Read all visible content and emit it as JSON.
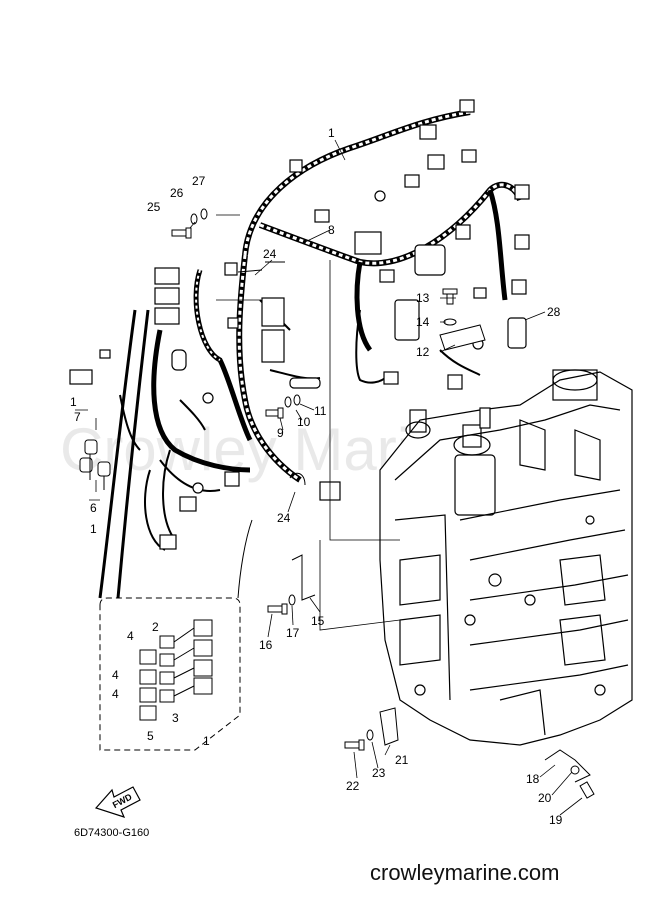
{
  "diagram_code": "6D74300-G160",
  "website": "crowleymarine.com",
  "watermark": "Crowley Marine",
  "fwd_label": "FWD",
  "callouts": {
    "c1a": "1",
    "c1b": "1",
    "c1c": "1",
    "c2": "2",
    "c3": "3",
    "c4a": "4",
    "c4b": "4",
    "c4c": "4",
    "c5": "5",
    "c6": "6",
    "c7": "7",
    "c8": "8",
    "c9": "9",
    "c10": "10",
    "c11": "11",
    "c12": "12",
    "c13": "13",
    "c14": "14",
    "c15": "15",
    "c16": "16",
    "c17": "17",
    "c18": "18",
    "c19": "19",
    "c20": "20",
    "c21": "21",
    "c22": "22",
    "c23": "23",
    "c24a": "24",
    "c24b": "24",
    "c25": "25",
    "c26": "26",
    "c27": "27",
    "c28": "28"
  }
}
